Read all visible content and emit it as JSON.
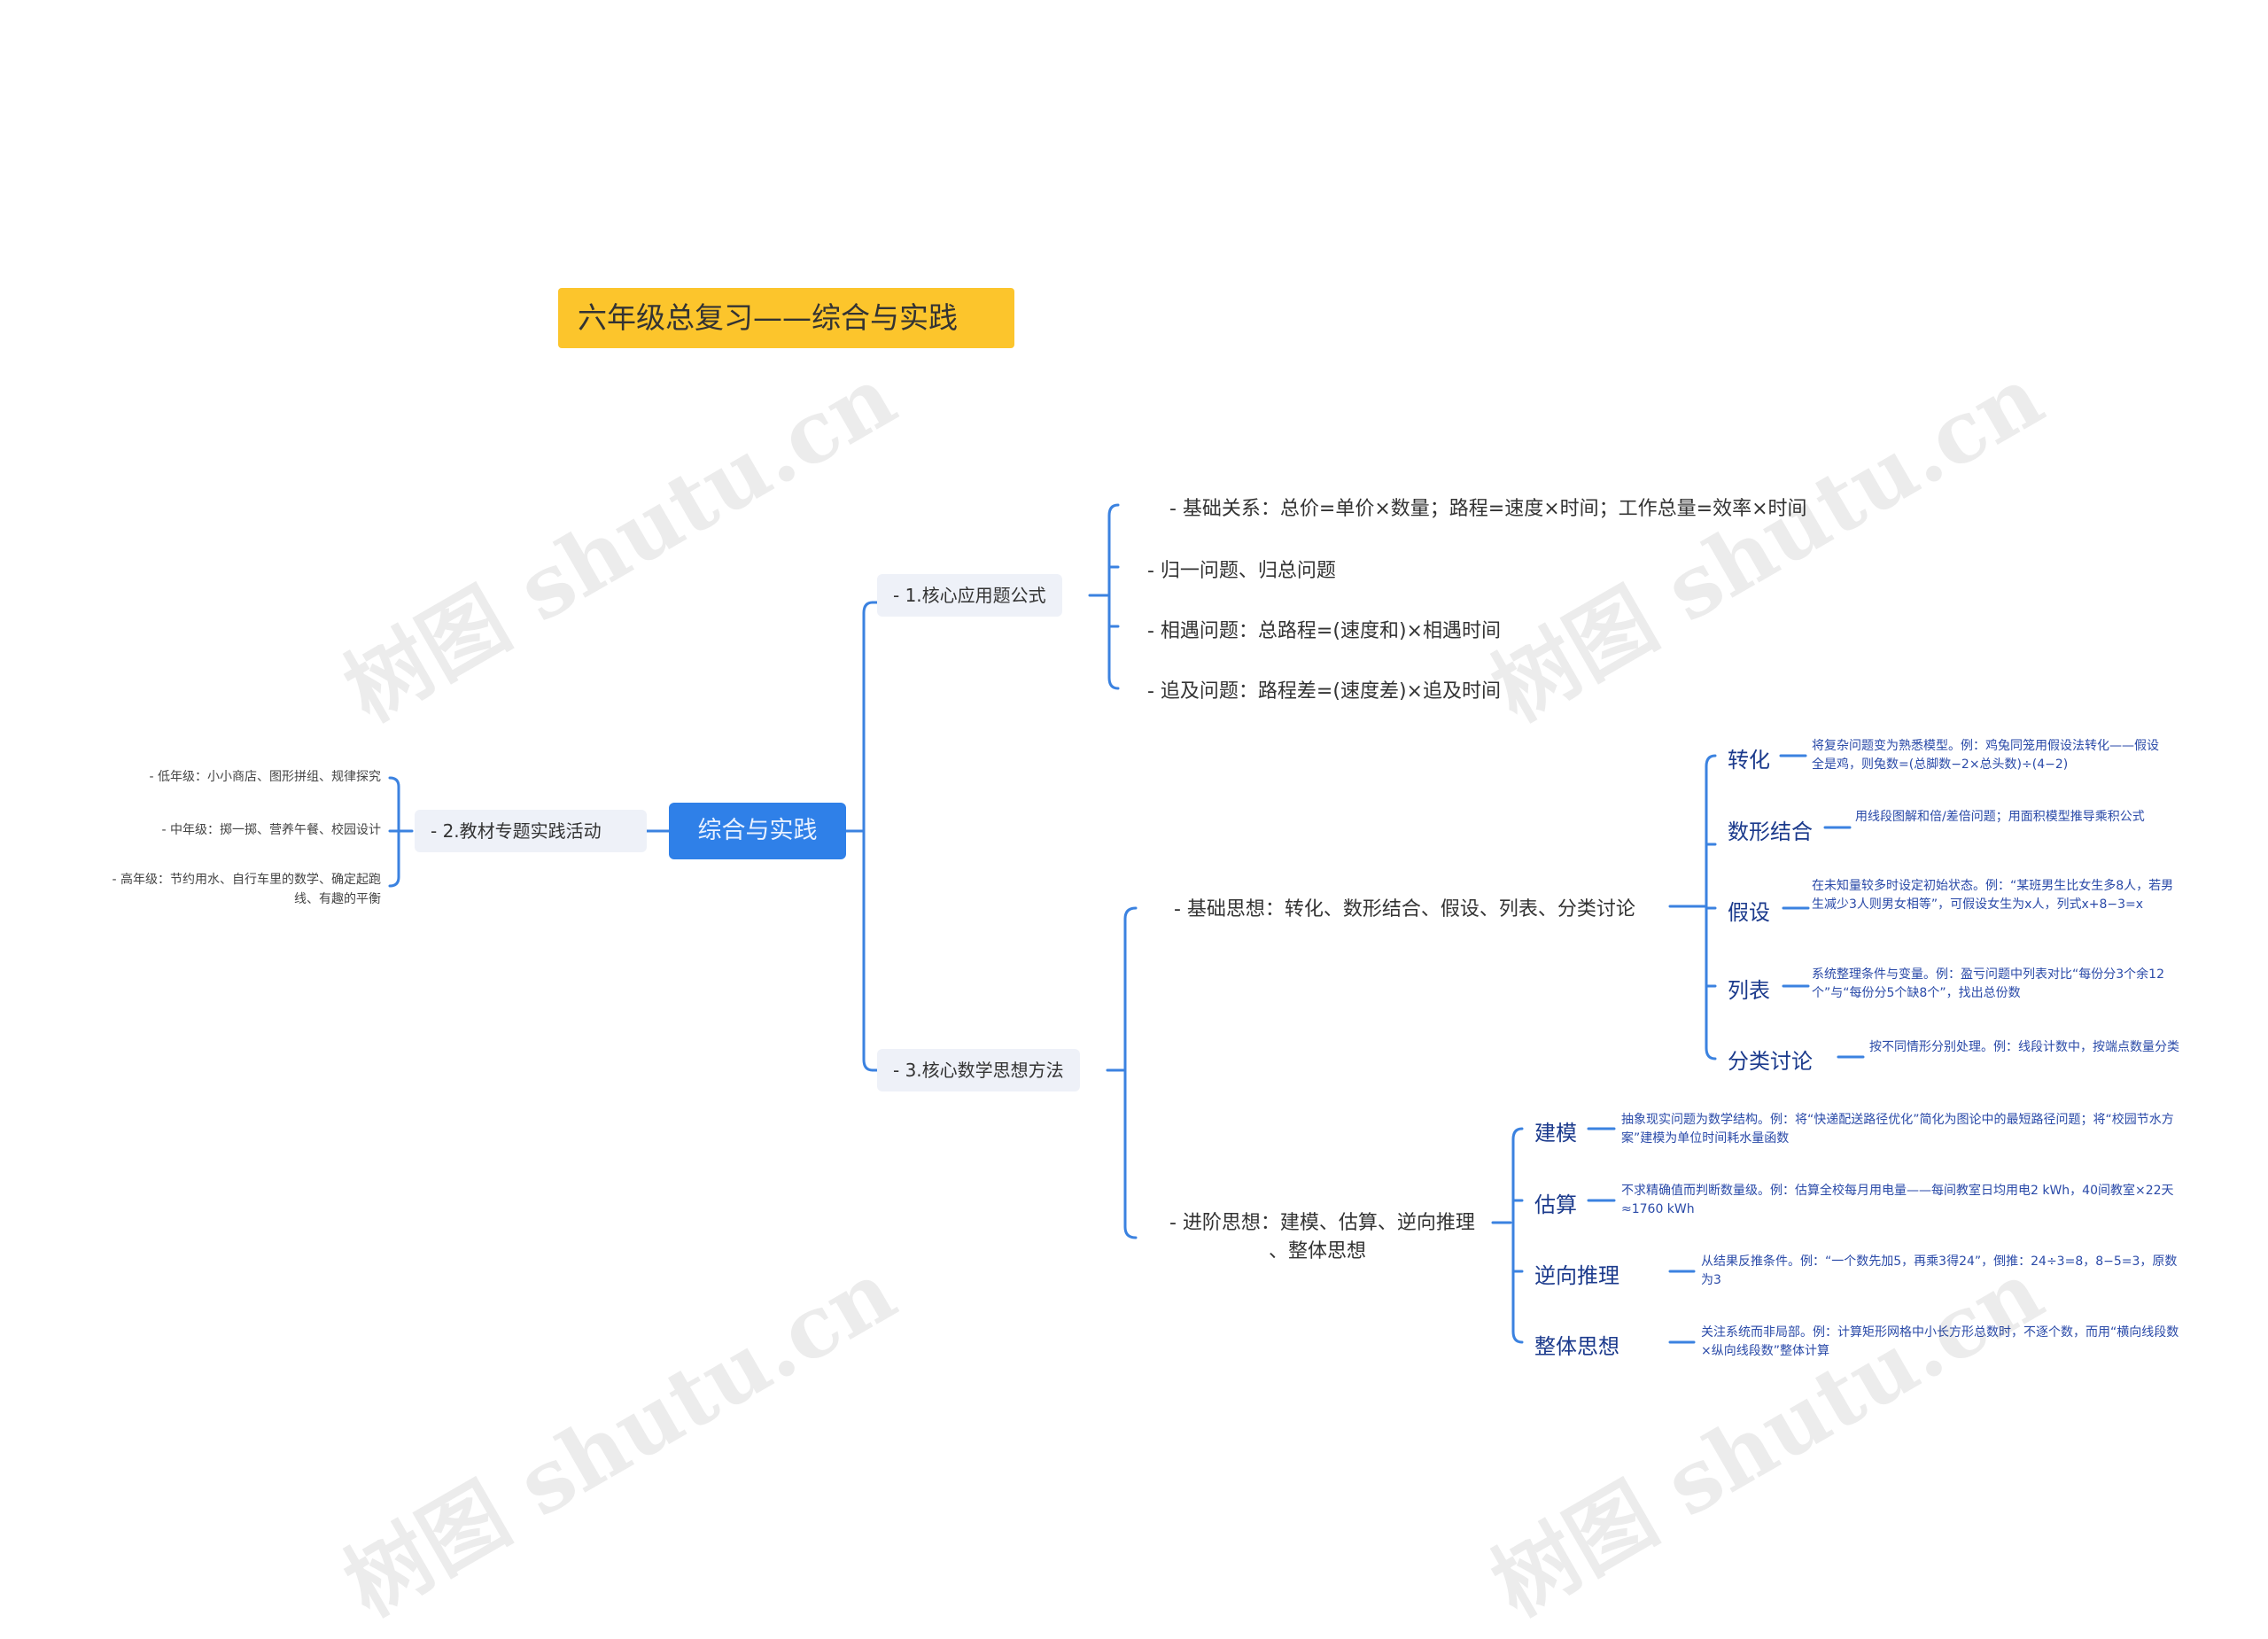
{
  "title": "六年级总复习——综合与实践",
  "root": "综合与实践",
  "branch1": {
    "label": "- 1.核心应用题公式",
    "items": [
      "- 基础关系：总价=单价×数量；路程=速度×时间；工作总量=效率×时间",
      "- 归一问题、归总问题",
      "- 相遇问题：总路程=(速度和)×相遇时间",
      "- 追及问题：路程差=(速度差)×追及时间"
    ]
  },
  "branch2": {
    "label": "- 2.教材专题实践活动",
    "items": [
      "- 低年级：小小商店、图形拼组、规律探究",
      "- 中年级：掷一掷、营养午餐、校园设计",
      "- 高年级：节约用水、自行车里的数学、确定起跑线、有趣的平衡"
    ]
  },
  "branch3": {
    "label": "- 3.核心数学思想方法",
    "basic": {
      "label": "- 基础思想：转化、数形结合、假设、列表、分类讨论",
      "items": [
        {
          "name": "转化",
          "desc": "将复杂问题变为熟悉模型。例：鸡兔同笼用假设法转化——假设全是鸡，则兔数=(总脚数−2×总头数)÷(4−2)"
        },
        {
          "name": "数形结合",
          "desc": "用线段图解和倍/差倍问题；用面积模型推导乘积公式"
        },
        {
          "name": "假设",
          "desc": "在未知量较多时设定初始状态。例：“某班男生比女生多8人，若男生减少3人则男女相等”，可假设女生为x人，列式x+8−3=x"
        },
        {
          "name": "列表",
          "desc": "系统整理条件与变量。例：盈亏问题中列表对比“每份分3个余12个”与“每份分5个缺8个”，找出总份数"
        },
        {
          "name": "分类讨论",
          "desc": "按不同情形分别处理。例：线段计数中，按端点数量分类"
        }
      ]
    },
    "advanced": {
      "label_line1": "- 进阶思想：建模、估算、逆向推理",
      "label_line2": "、整体思想",
      "items": [
        {
          "name": "建模",
          "desc": "抽象现实问题为数学结构。例：将“快递配送路径优化”简化为图论中的最短路径问题；将“校园节水方案”建模为单位时间耗水量函数"
        },
        {
          "name": "估算",
          "desc": "不求精确值而判断数量级。例：估算全校每月用电量——每间教室日均用电2 kWh，40间教室×22天≈1760 kWh"
        },
        {
          "name": "逆向推理",
          "desc": "从结果反推条件。例：“一个数先加5，再乘3得24”，倒推：24÷3=8，8−5=3，原数为3"
        },
        {
          "name": "整体思想",
          "desc": "关注系统而非局部。例：计算矩形网格中小长方形总数时，不逐个数，而用“横向线段数×纵向线段数”整体计算"
        }
      ]
    }
  },
  "watermark": "树图 shutu.cn",
  "colors": {
    "title_bg": "#fcc52c",
    "root_bg": "#2f80e8",
    "line": "#3b82e0",
    "node_bg": "#eef1f8"
  }
}
